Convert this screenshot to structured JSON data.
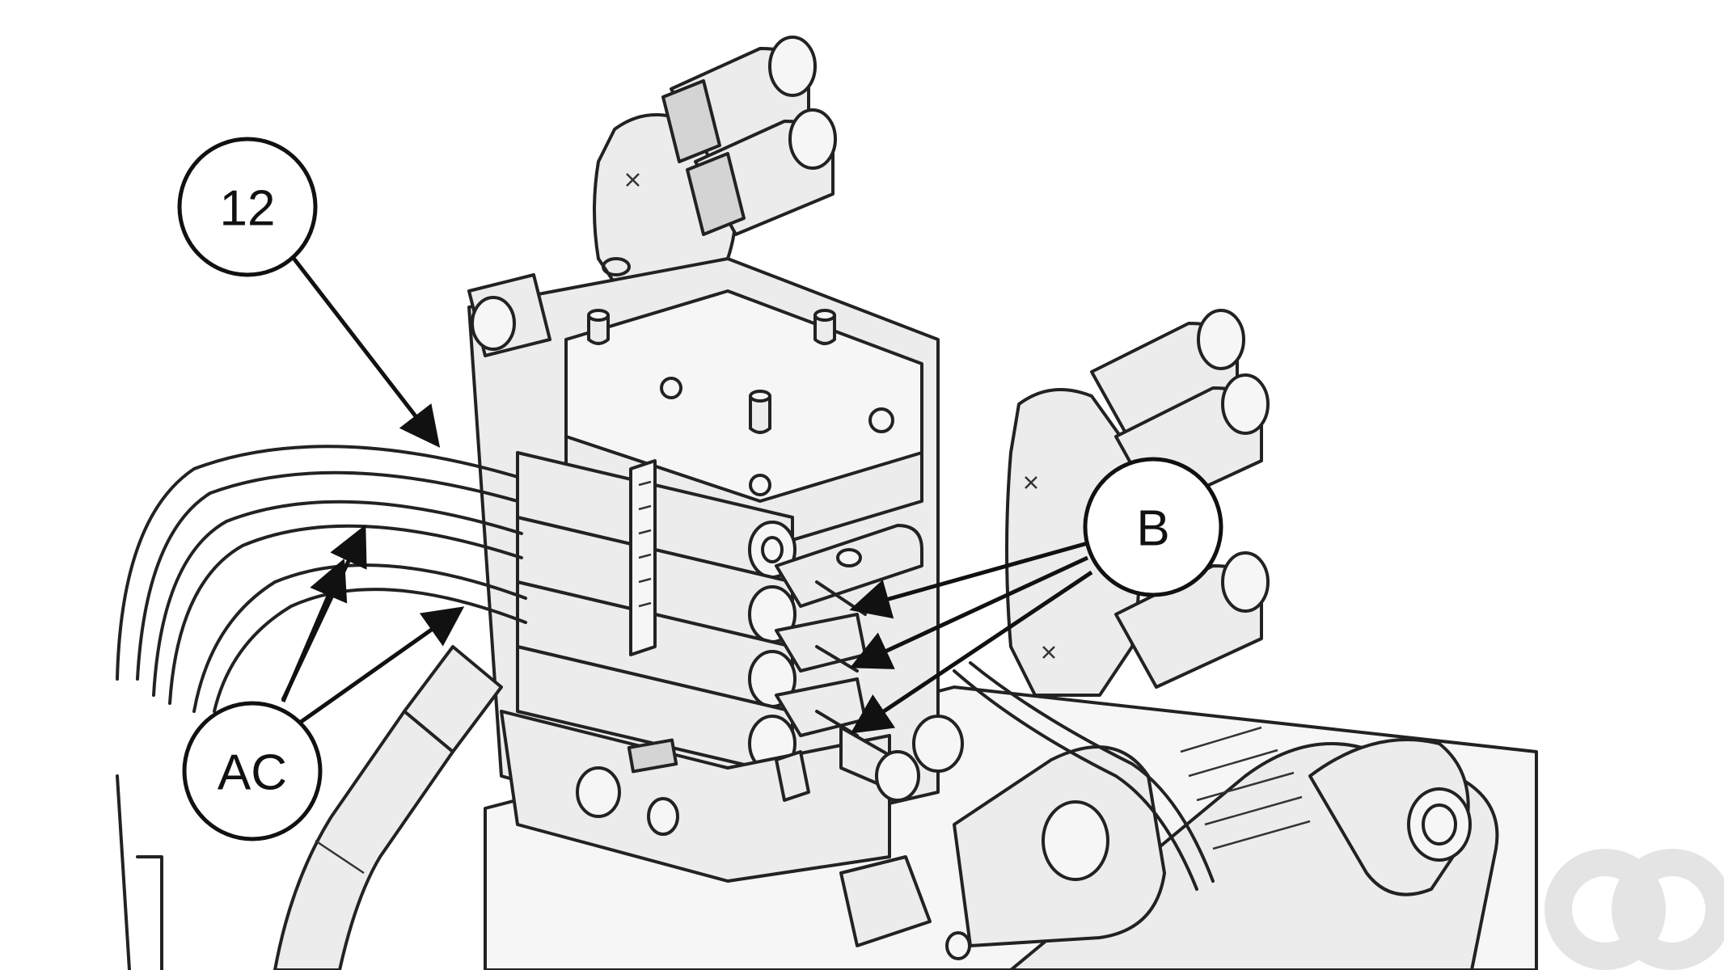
{
  "callouts": {
    "twelve": "12",
    "b": "B",
    "ac": "AC"
  },
  "colors": {
    "line": "#222222",
    "part_fill": "#ececec",
    "background": "#ffffff"
  }
}
